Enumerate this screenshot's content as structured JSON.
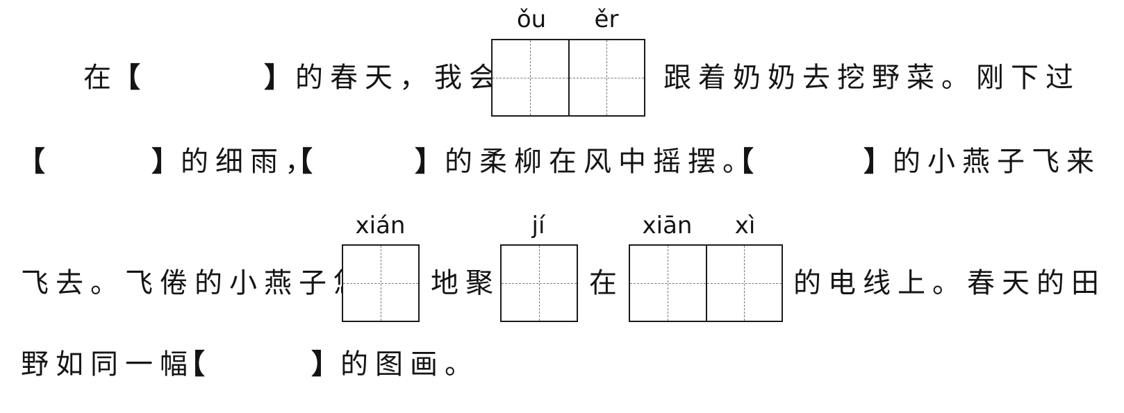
{
  "lines": {
    "l1_a": "在",
    "l1_b": "的春天，我会",
    "l1_c": "跟着奶奶去挖野菜。刚下过",
    "l2_a": "的细雨，",
    "l2_b": "的柔柳在风中摇摆。",
    "l2_c": "的小燕子飞来",
    "l3_a": "飞去。飞倦的小燕子悠",
    "l3_b": "地聚",
    "l3_c": "在",
    "l3_d": "的电线上。春天的田",
    "l4_a": "野如同一幅",
    "l4_b": "的图画。"
  },
  "brackets": {
    "open": "【",
    "close": "】"
  },
  "pinyin": {
    "ou": "ǒu",
    "er": "ěr",
    "xian1": "xián",
    "ji": "jí",
    "xian2": "xiān",
    "xi": "xì"
  }
}
